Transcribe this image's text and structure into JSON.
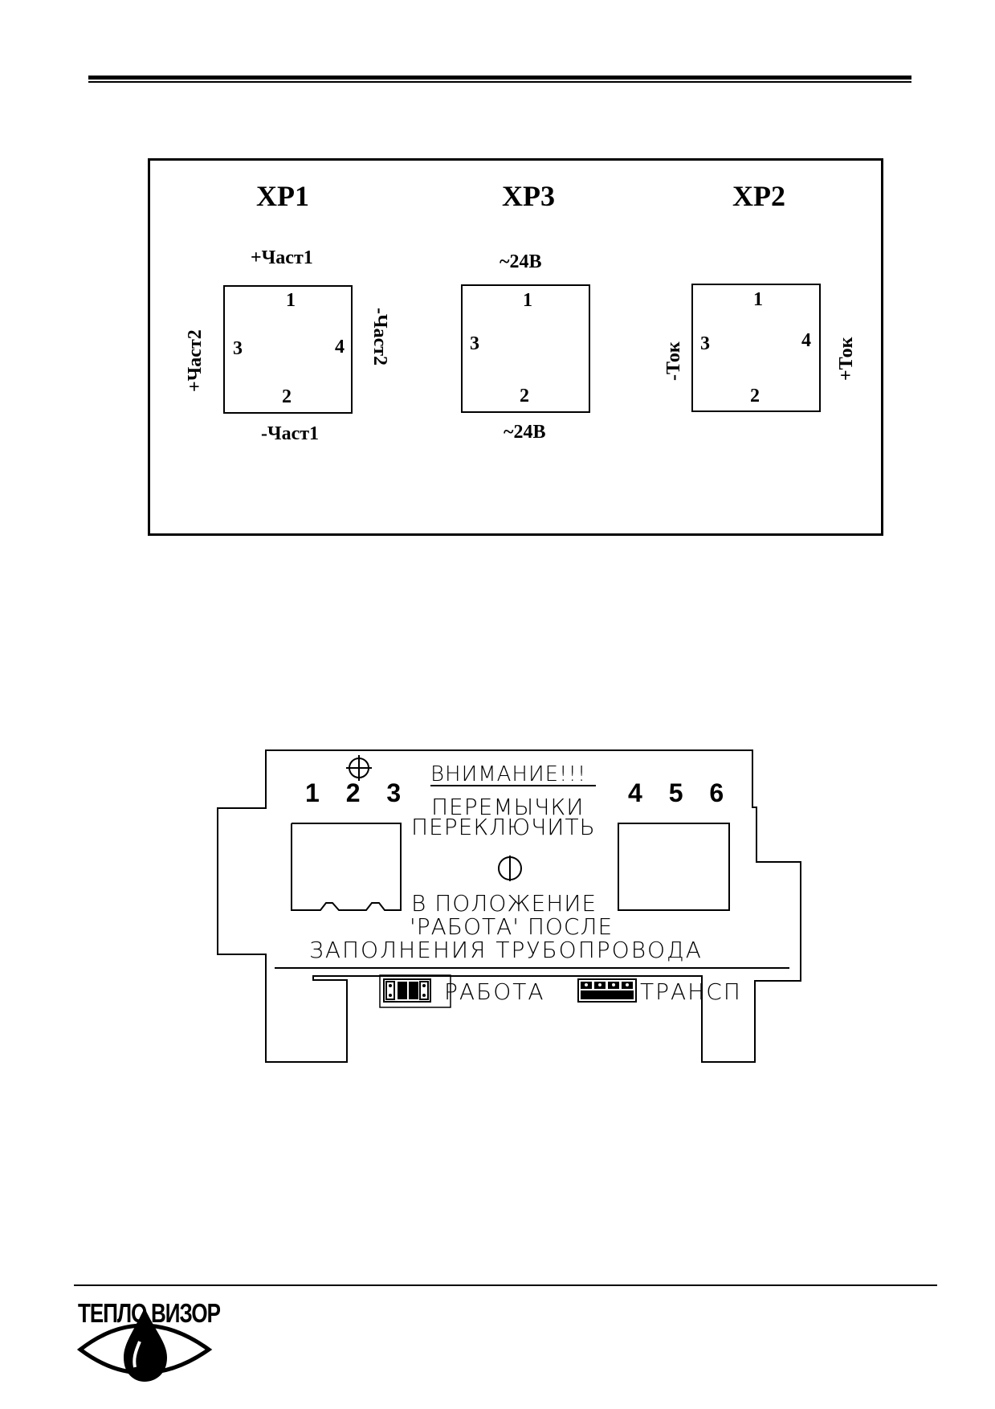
{
  "top_diagram": {
    "connectors": [
      {
        "name": "XP1",
        "pins": {
          "top": "1",
          "bottom": "2",
          "left": "3",
          "right": "4"
        },
        "labels": {
          "top": "+Част1",
          "bottom": "-Част1",
          "left": "+Част2",
          "right": "-Част2"
        }
      },
      {
        "name": "XP3",
        "pins": {
          "top": "1",
          "bottom": "2",
          "left": "3"
        },
        "labels": {
          "top": "~24В",
          "bottom": "~24В"
        }
      },
      {
        "name": "XP2",
        "pins": {
          "top": "1",
          "bottom": "2",
          "left": "3",
          "right": "4"
        },
        "labels": {
          "left": "-Ток",
          "right": "+Ток"
        }
      }
    ]
  },
  "plate": {
    "left_numbers": "1 2 3",
    "right_numbers": "4 5 6",
    "warning_title": "ВНИМАНИЕ!!!",
    "line1": "ПЕРЕМЫЧКИ",
    "line2": "ПЕРЕКЛЮЧИТЬ",
    "line3": "В ПОЛОЖЕНИЕ",
    "line4": "'РАБОТА' ПОСЛЕ",
    "line5": "ЗАПОЛНЕНИЯ ТРУБОПРОВОДА",
    "legend_work": "РАБОТА",
    "legend_transport": "ТРАНСП"
  },
  "footer": {
    "logo_text_left": "ТЕПЛО",
    "logo_text_right": "ВИЗОР"
  }
}
